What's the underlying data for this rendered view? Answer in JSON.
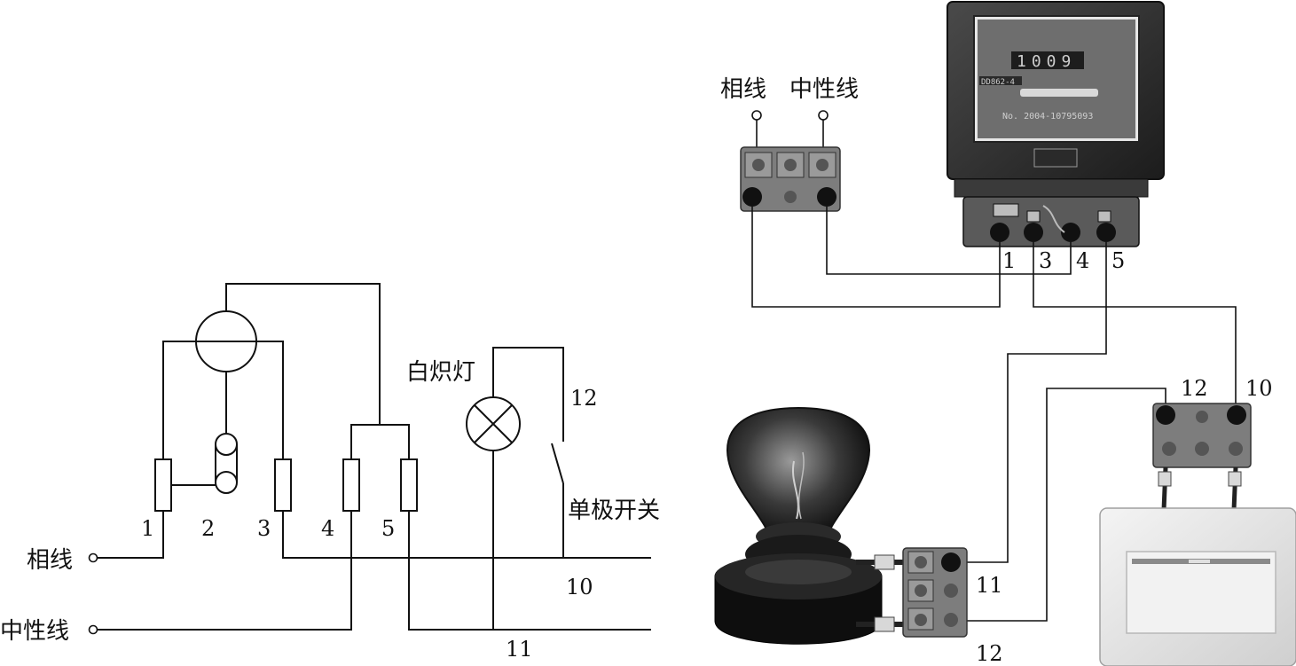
{
  "schematic": {
    "phase_label": "相线",
    "neutral_label": "中性线",
    "lamp_label": "白炽灯",
    "switch_label": "单极开关",
    "terminals": [
      "1",
      "2",
      "3",
      "4",
      "5"
    ],
    "node_10": "10",
    "node_11": "11",
    "node_12": "12"
  },
  "photo": {
    "phase_label": "相线",
    "neutral_label": "中性线",
    "meter_terminals": [
      "1",
      "3",
      "4",
      "5"
    ],
    "node_10": "10",
    "node_11": "11",
    "node_12_top": "12",
    "node_12_bottom": "12",
    "meter": {
      "digits": "1009",
      "model": "DD862-4",
      "serial": "No. 2004-10795093"
    }
  }
}
